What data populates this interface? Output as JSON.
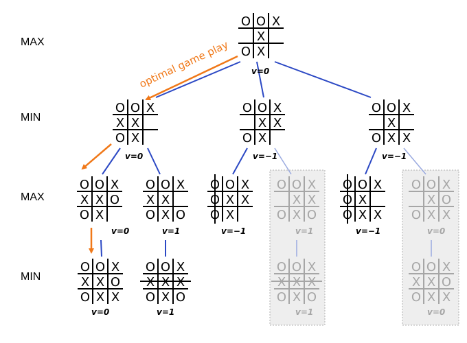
{
  "colors": {
    "edge": "#2b48c4",
    "faded_edge": "#9aaae0",
    "optimal": "#f07818",
    "ink": "#000000",
    "faded_ink": "#a6a6a6",
    "pruned_bg": "#eeeeee",
    "pruned_border": "#b0b0b0"
  },
  "levels": [
    "MAX",
    "MIN",
    "MAX",
    "MIN"
  ],
  "annotation": "optimal game play",
  "nodes": [
    {
      "id": "root",
      "board": [
        "O",
        "O",
        "X",
        "",
        "X",
        "",
        "O",
        "X",
        ""
      ],
      "value": "v=0"
    },
    {
      "id": "a",
      "board": [
        "O",
        "O",
        "X",
        "X",
        "X",
        "",
        "O",
        "X",
        ""
      ],
      "value": "v=0"
    },
    {
      "id": "b",
      "board": [
        "O",
        "O",
        "X",
        "",
        "X",
        "X",
        "O",
        "X",
        ""
      ],
      "value": "v=−1"
    },
    {
      "id": "c",
      "board": [
        "O",
        "O",
        "X",
        "",
        "X",
        "",
        "O",
        "X",
        "X"
      ],
      "value": "v=−1"
    },
    {
      "id": "a1",
      "board": [
        "O",
        "O",
        "X",
        "X",
        "X",
        "O",
        "O",
        "X",
        ""
      ],
      "value": "v=0"
    },
    {
      "id": "a2",
      "board": [
        "O",
        "O",
        "X",
        "X",
        "X",
        "",
        "O",
        "X",
        "O"
      ],
      "value": "v=1"
    },
    {
      "id": "b1",
      "board": [
        "O",
        "O",
        "X",
        "O",
        "X",
        "X",
        "O",
        "X",
        ""
      ],
      "value": "v=−1"
    },
    {
      "id": "b2",
      "board": [
        "O",
        "O",
        "X",
        "",
        "X",
        "X",
        "O",
        "X",
        "O"
      ],
      "value": "v=1"
    },
    {
      "id": "c1",
      "board": [
        "O",
        "O",
        "X",
        "O",
        "X",
        "",
        "O",
        "X",
        "X"
      ],
      "value": "v=−1"
    },
    {
      "id": "c2",
      "board": [
        "O",
        "O",
        "X",
        "",
        "X",
        "O",
        "O",
        "X",
        "X"
      ],
      "value": "v=0"
    },
    {
      "id": "a1a",
      "board": [
        "O",
        "O",
        "X",
        "X",
        "X",
        "O",
        "O",
        "X",
        "X"
      ],
      "value": "v=0"
    },
    {
      "id": "a2a",
      "board": [
        "O",
        "O",
        "X",
        "X",
        "X",
        "X",
        "O",
        "X",
        "O"
      ],
      "value": "v=1"
    },
    {
      "id": "b2a",
      "board": [
        "O",
        "O",
        "X",
        "X",
        "X",
        "X",
        "O",
        "X",
        "O"
      ],
      "value": "v=1"
    },
    {
      "id": "c2a",
      "board": [
        "O",
        "O",
        "X",
        "X",
        "X",
        "O",
        "O",
        "X",
        "X"
      ],
      "value": "v=0"
    }
  ]
}
